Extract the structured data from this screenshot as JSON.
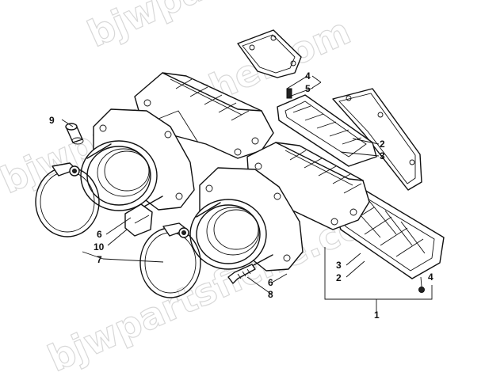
{
  "watermark": {
    "text": "bjwpartsfiche.com"
  },
  "callouts": {
    "c1": "1",
    "c2a": "2",
    "c2b": "2",
    "c3a": "3",
    "c3b": "3",
    "c4a": "4",
    "c4b": "4",
    "c5": "5",
    "c6a": "6",
    "c6b": "6",
    "c7": "7",
    "c8": "8",
    "c9": "9",
    "c10": "10"
  }
}
